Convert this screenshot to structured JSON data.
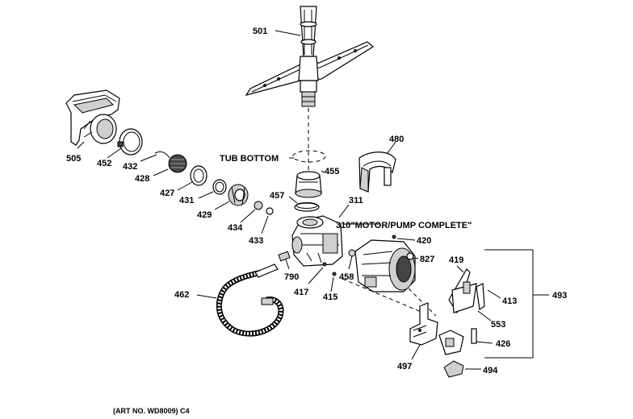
{
  "labels": {
    "p501": "501",
    "p505": "505",
    "p452": "452",
    "p432": "432",
    "p428": "428",
    "p427": "427",
    "p431": "431",
    "p429": "429",
    "p434": "434",
    "p433": "433",
    "tub_bottom": "TUB BOTTOM",
    "p455": "455",
    "p480": "480",
    "p457": "457",
    "p311": "311",
    "p310": "310\"MOTOR/PUMP COMPLETE\"",
    "p420": "420",
    "p827": "827",
    "p790": "790",
    "p458": "458",
    "p417": "417",
    "p415": "415",
    "p462": "462",
    "p419": "419",
    "p413": "413",
    "p493": "493",
    "p553": "553",
    "p426": "426",
    "p497": "497",
    "p494": "494"
  },
  "caption": "(ART NO. WD8009) C4"
}
